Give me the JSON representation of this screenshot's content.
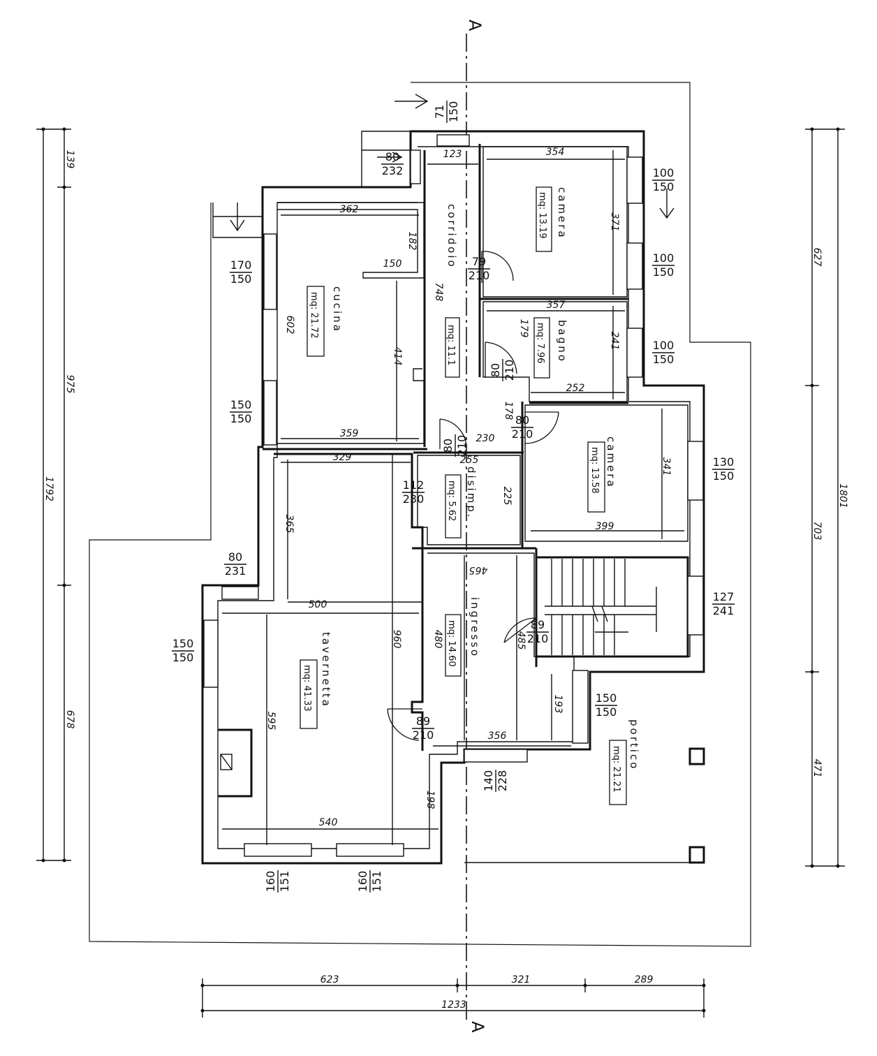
{
  "section": {
    "label": "A"
  },
  "rooms": [
    {
      "key": "corridoio",
      "name": "corridoio",
      "area": "mq: 11.1"
    },
    {
      "key": "camera1",
      "name": "camera",
      "area": "mq: 13.19"
    },
    {
      "key": "bagno",
      "name": "bagno",
      "area": "mq: 7.96"
    },
    {
      "key": "cucina",
      "name": "cucina",
      "area": "mq: 21.72"
    },
    {
      "key": "camera2",
      "name": "camera",
      "area": "mq: 13.58"
    },
    {
      "key": "disimp",
      "name": "disimp.",
      "area": "mq: 5.62"
    },
    {
      "key": "ingresso",
      "name": "ingresso",
      "area": "mq: 14.60"
    },
    {
      "key": "tavernetta",
      "name": "tavernetta",
      "area": "mq: 41.33"
    },
    {
      "key": "portico",
      "name": "portico",
      "area": "mq: 21.21"
    }
  ],
  "openings": [
    {
      "top": "71",
      "bottom": "150"
    },
    {
      "top": "80",
      "bottom": "232"
    },
    {
      "top": "100",
      "bottom": "150"
    },
    {
      "top": "100",
      "bottom": "150"
    },
    {
      "top": "100",
      "bottom": "150"
    },
    {
      "top": "170",
      "bottom": "150"
    },
    {
      "top": "150",
      "bottom": "150"
    },
    {
      "top": "79",
      "bottom": "210"
    },
    {
      "top": "80",
      "bottom": "210"
    },
    {
      "top": "80",
      "bottom": "210"
    },
    {
      "top": "80",
      "bottom": "210"
    },
    {
      "top": "130",
      "bottom": "150"
    },
    {
      "top": "112",
      "bottom": "230"
    },
    {
      "top": "80",
      "bottom": "231"
    },
    {
      "top": "127",
      "bottom": "241"
    },
    {
      "top": "89",
      "bottom": "210"
    },
    {
      "top": "150",
      "bottom": "150"
    },
    {
      "top": "150",
      "bottom": "150"
    },
    {
      "top": "89",
      "bottom": "210"
    },
    {
      "top": "140",
      "bottom": "228"
    },
    {
      "top": "160",
      "bottom": "151"
    },
    {
      "top": "160",
      "bottom": "151"
    }
  ],
  "dimensions": {
    "interior": [
      "123",
      "354",
      "362",
      "182",
      "150",
      "371",
      "748",
      "357",
      "179",
      "241",
      "602",
      "414",
      "252",
      "178",
      "359",
      "230",
      "329",
      "255",
      "341",
      "225",
      "399",
      "365",
      "465",
      "500",
      "480",
      "485",
      "960",
      "193",
      "595",
      "356",
      "198",
      "540"
    ],
    "overall_left": [
      "139",
      "975",
      "678",
      "1792"
    ],
    "overall_right": [
      "627",
      "703",
      "471",
      "1801"
    ],
    "overall_bottom": [
      "623",
      "321",
      "289",
      "1233"
    ]
  }
}
